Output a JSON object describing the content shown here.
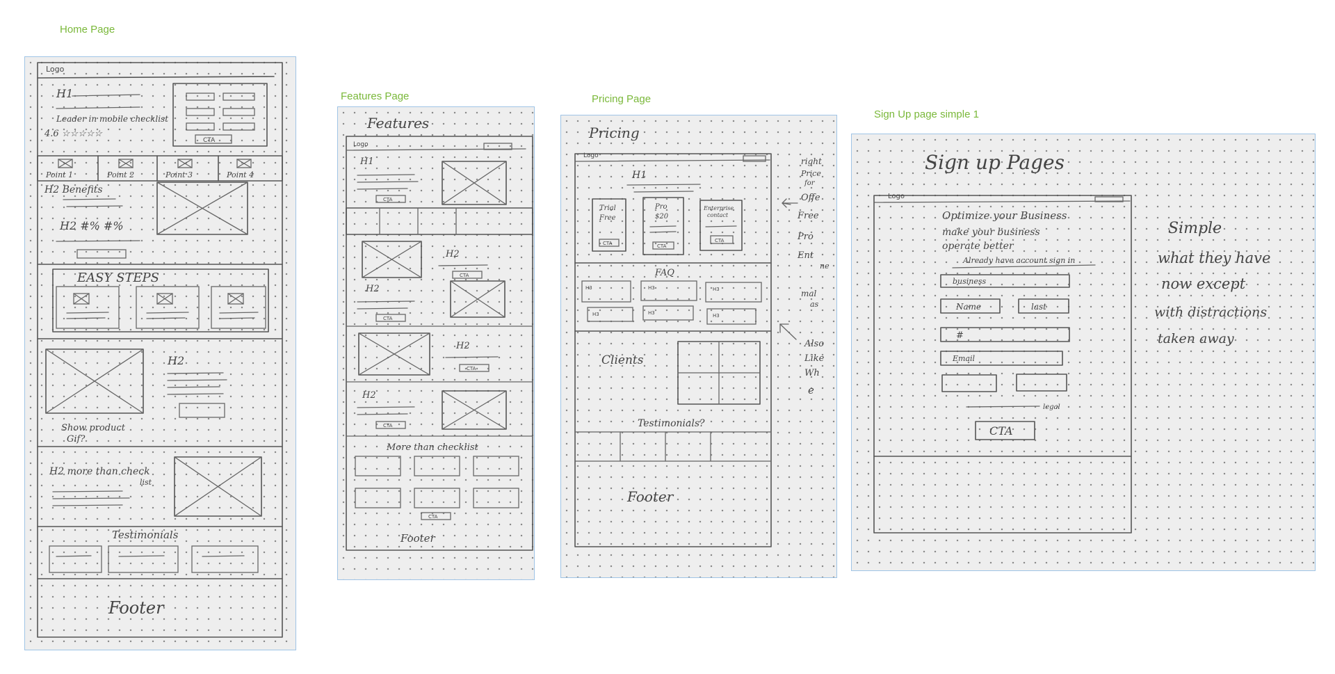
{
  "boards": [
    {
      "label": "Home Page"
    },
    {
      "label": "Features Page"
    },
    {
      "label": "Pricing Page"
    },
    {
      "label": "Sign Up page simple 1"
    }
  ],
  "home": {
    "logo": "Logo",
    "h1": "H1",
    "leader": "Leader in mobile checklist",
    "rating": "4.6 ☆☆☆☆☆",
    "cta": "CTA",
    "points": [
      "Point 1",
      "Point 2",
      "Point 3",
      "Point 4"
    ],
    "benefits": "H2 Benefits",
    "stats": "H2 #% #%",
    "easy_steps": "EASY STEPS",
    "h2": "H2",
    "show_product": "Show product",
    "gif": "Gif?",
    "more_checklist": "H2 more than check",
    "more_checklist_2": "list",
    "testimonials": "Testimonials",
    "footer": "Footer"
  },
  "features": {
    "title": "Features",
    "logo": "Logo",
    "h1": "H1",
    "cta": "CTA",
    "h2": "H2",
    "more": "More than checklist",
    "footer": "Footer"
  },
  "pricing": {
    "title": "Pricing",
    "logo": "Logo",
    "h1": "H1",
    "tier1": "Trial",
    "tier1b": "Free",
    "tier2": "Pro",
    "tier2b": "$20",
    "tier3": "Enterprise",
    "tier3b": "contact",
    "cta": "CTA",
    "faq": "FAQ",
    "h3": "H3",
    "clients": "Clients",
    "testimonials": "Testimonials?",
    "footer": "Footer",
    "notes": [
      "right",
      "Price",
      "for",
      "Offe",
      "Free",
      "Pro",
      "Ent",
      "ne",
      "mal",
      "as",
      "Also",
      "Like",
      "Wh",
      "e"
    ]
  },
  "signup": {
    "title": "Sign up Pages",
    "logo": "Logo",
    "heading1": "Optimize your Business",
    "heading2": "make your business",
    "heading3": "operate better",
    "already": "Already have account sign in",
    "business": "business",
    "first": "Name",
    "last": "last",
    "phone": "#",
    "email": "Email",
    "legal": "legal",
    "cta": "CTA",
    "note1": "Simple",
    "note2": "what they have",
    "note3": "now except",
    "note4": "with distractions",
    "note5": "taken away"
  }
}
